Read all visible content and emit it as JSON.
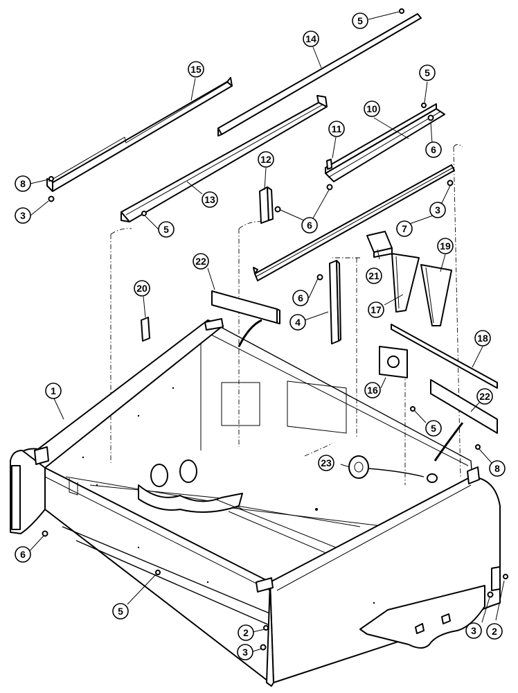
{
  "callouts": [
    {
      "label": "1"
    },
    {
      "label": "2"
    },
    {
      "label": "2"
    },
    {
      "label": "3"
    },
    {
      "label": "3"
    },
    {
      "label": "3"
    },
    {
      "label": "3"
    },
    {
      "label": "4"
    },
    {
      "label": "5"
    },
    {
      "label": "5"
    },
    {
      "label": "5"
    },
    {
      "label": "5"
    },
    {
      "label": "5"
    },
    {
      "label": "6"
    },
    {
      "label": "6"
    },
    {
      "label": "6"
    },
    {
      "label": "6"
    },
    {
      "label": "7"
    },
    {
      "label": "8"
    },
    {
      "label": "8"
    },
    {
      "label": "10"
    },
    {
      "label": "11"
    },
    {
      "label": "12"
    },
    {
      "label": "13"
    },
    {
      "label": "14"
    },
    {
      "label": "15"
    },
    {
      "label": "16"
    },
    {
      "label": "17"
    },
    {
      "label": "18"
    },
    {
      "label": "19"
    },
    {
      "label": "20"
    },
    {
      "label": "21"
    },
    {
      "label": "22"
    },
    {
      "label": "22"
    },
    {
      "label": "23"
    }
  ],
  "colors": {
    "ink": "#000000",
    "paper": "#ffffff"
  }
}
